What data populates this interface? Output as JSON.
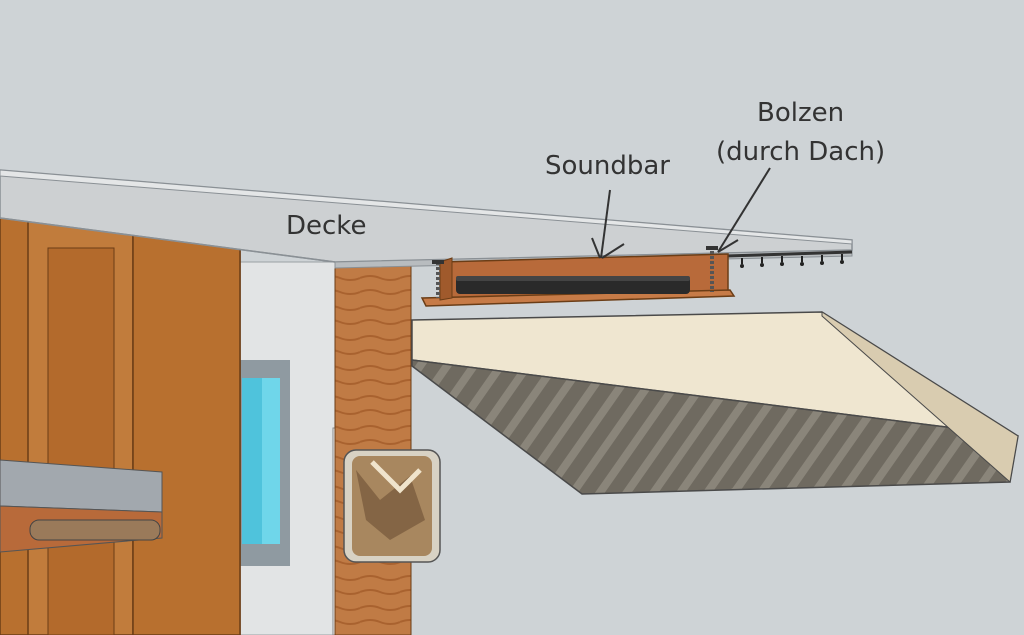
{
  "labels": {
    "decke": "Decke",
    "soundbar": "Soundbar",
    "bolzen_line1": "Bolzen",
    "bolzen_line2": "(durch Dach)"
  },
  "colors": {
    "background": "#ced3d6",
    "ceiling_top": "#c9cccd",
    "ceiling_edge": "#9ea3a7",
    "wood": "#b8702f",
    "wood_dark": "#8a4f1f",
    "shelf_wood": "#b86a3a",
    "wall": "#dfe1e2",
    "window_frame": "#8f9aa1",
    "window_glass": "#4fc3dc",
    "soundbar": "#2a2a2a",
    "awning_top": "#6f6a60",
    "awning_edge": "#e8dcc3"
  }
}
